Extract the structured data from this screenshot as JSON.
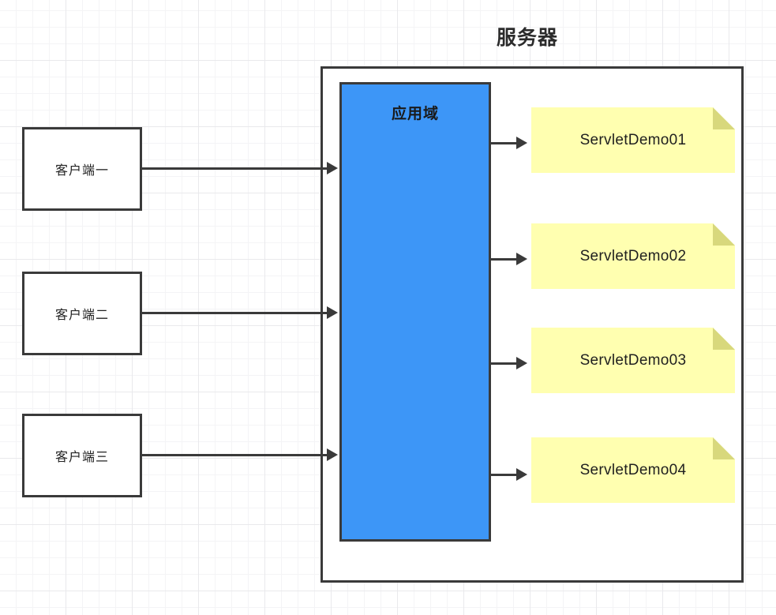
{
  "diagram": {
    "title": "服务器",
    "server_container": {
      "label": "服务器"
    },
    "app_domain": {
      "label": "应用域",
      "color": "#3d96f7"
    },
    "clients": [
      {
        "label": "客户端一"
      },
      {
        "label": "客户端二"
      },
      {
        "label": "客户端三"
      }
    ],
    "servlets": [
      {
        "label": "ServletDemo01"
      },
      {
        "label": "ServletDemo02"
      },
      {
        "label": "ServletDemo03"
      },
      {
        "label": "ServletDemo04"
      }
    ],
    "colors": {
      "note_fill": "#ffffb0",
      "note_fold": "#d8d87c",
      "app_domain_fill": "#3d96f7",
      "stroke": "#3a3a3a",
      "grid_minor": "#f4f4f6",
      "grid_major": "#e9e9ec"
    },
    "connections": [
      {
        "from": "客户端一",
        "to": "应用域"
      },
      {
        "from": "客户端二",
        "to": "应用域"
      },
      {
        "from": "客户端三",
        "to": "应用域"
      },
      {
        "from": "应用域",
        "to": "ServletDemo01"
      },
      {
        "from": "应用域",
        "to": "ServletDemo02"
      },
      {
        "from": "应用域",
        "to": "ServletDemo03"
      },
      {
        "from": "应用域",
        "to": "ServletDemo04"
      }
    ]
  }
}
